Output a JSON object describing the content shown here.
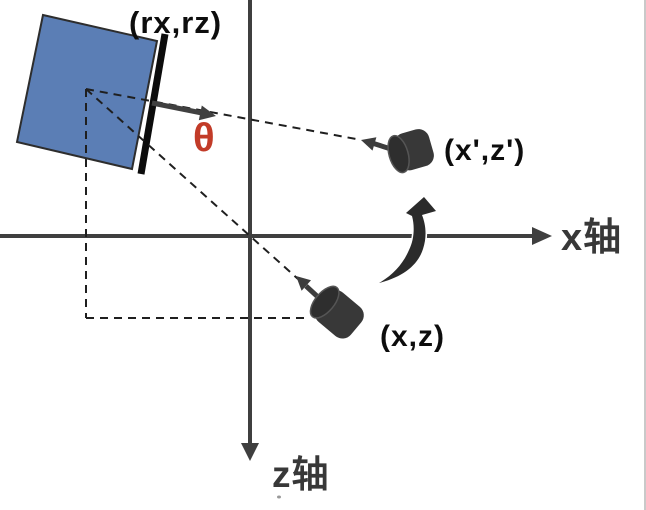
{
  "labels": {
    "plane_point": "(rx,rz)",
    "camera_rotated": "(x',z')",
    "camera_original": "(x,z)",
    "rotation_angle": "θ",
    "x_axis": "x轴",
    "z_axis": "z轴"
  },
  "colors": {
    "panel_blue": "#5b7eb5",
    "panel_border": "#2d2d2d",
    "plane_black": "#0c0c0c",
    "axis_gray": "#3f3f3f",
    "arrow_gray": "#404040",
    "camera_dark": "#383838",
    "camera_face": "#2e2e2e",
    "swoosh_black": "#2b2b2b",
    "dash_black": "#1f1f1f",
    "theta_red": "#c23b28"
  }
}
